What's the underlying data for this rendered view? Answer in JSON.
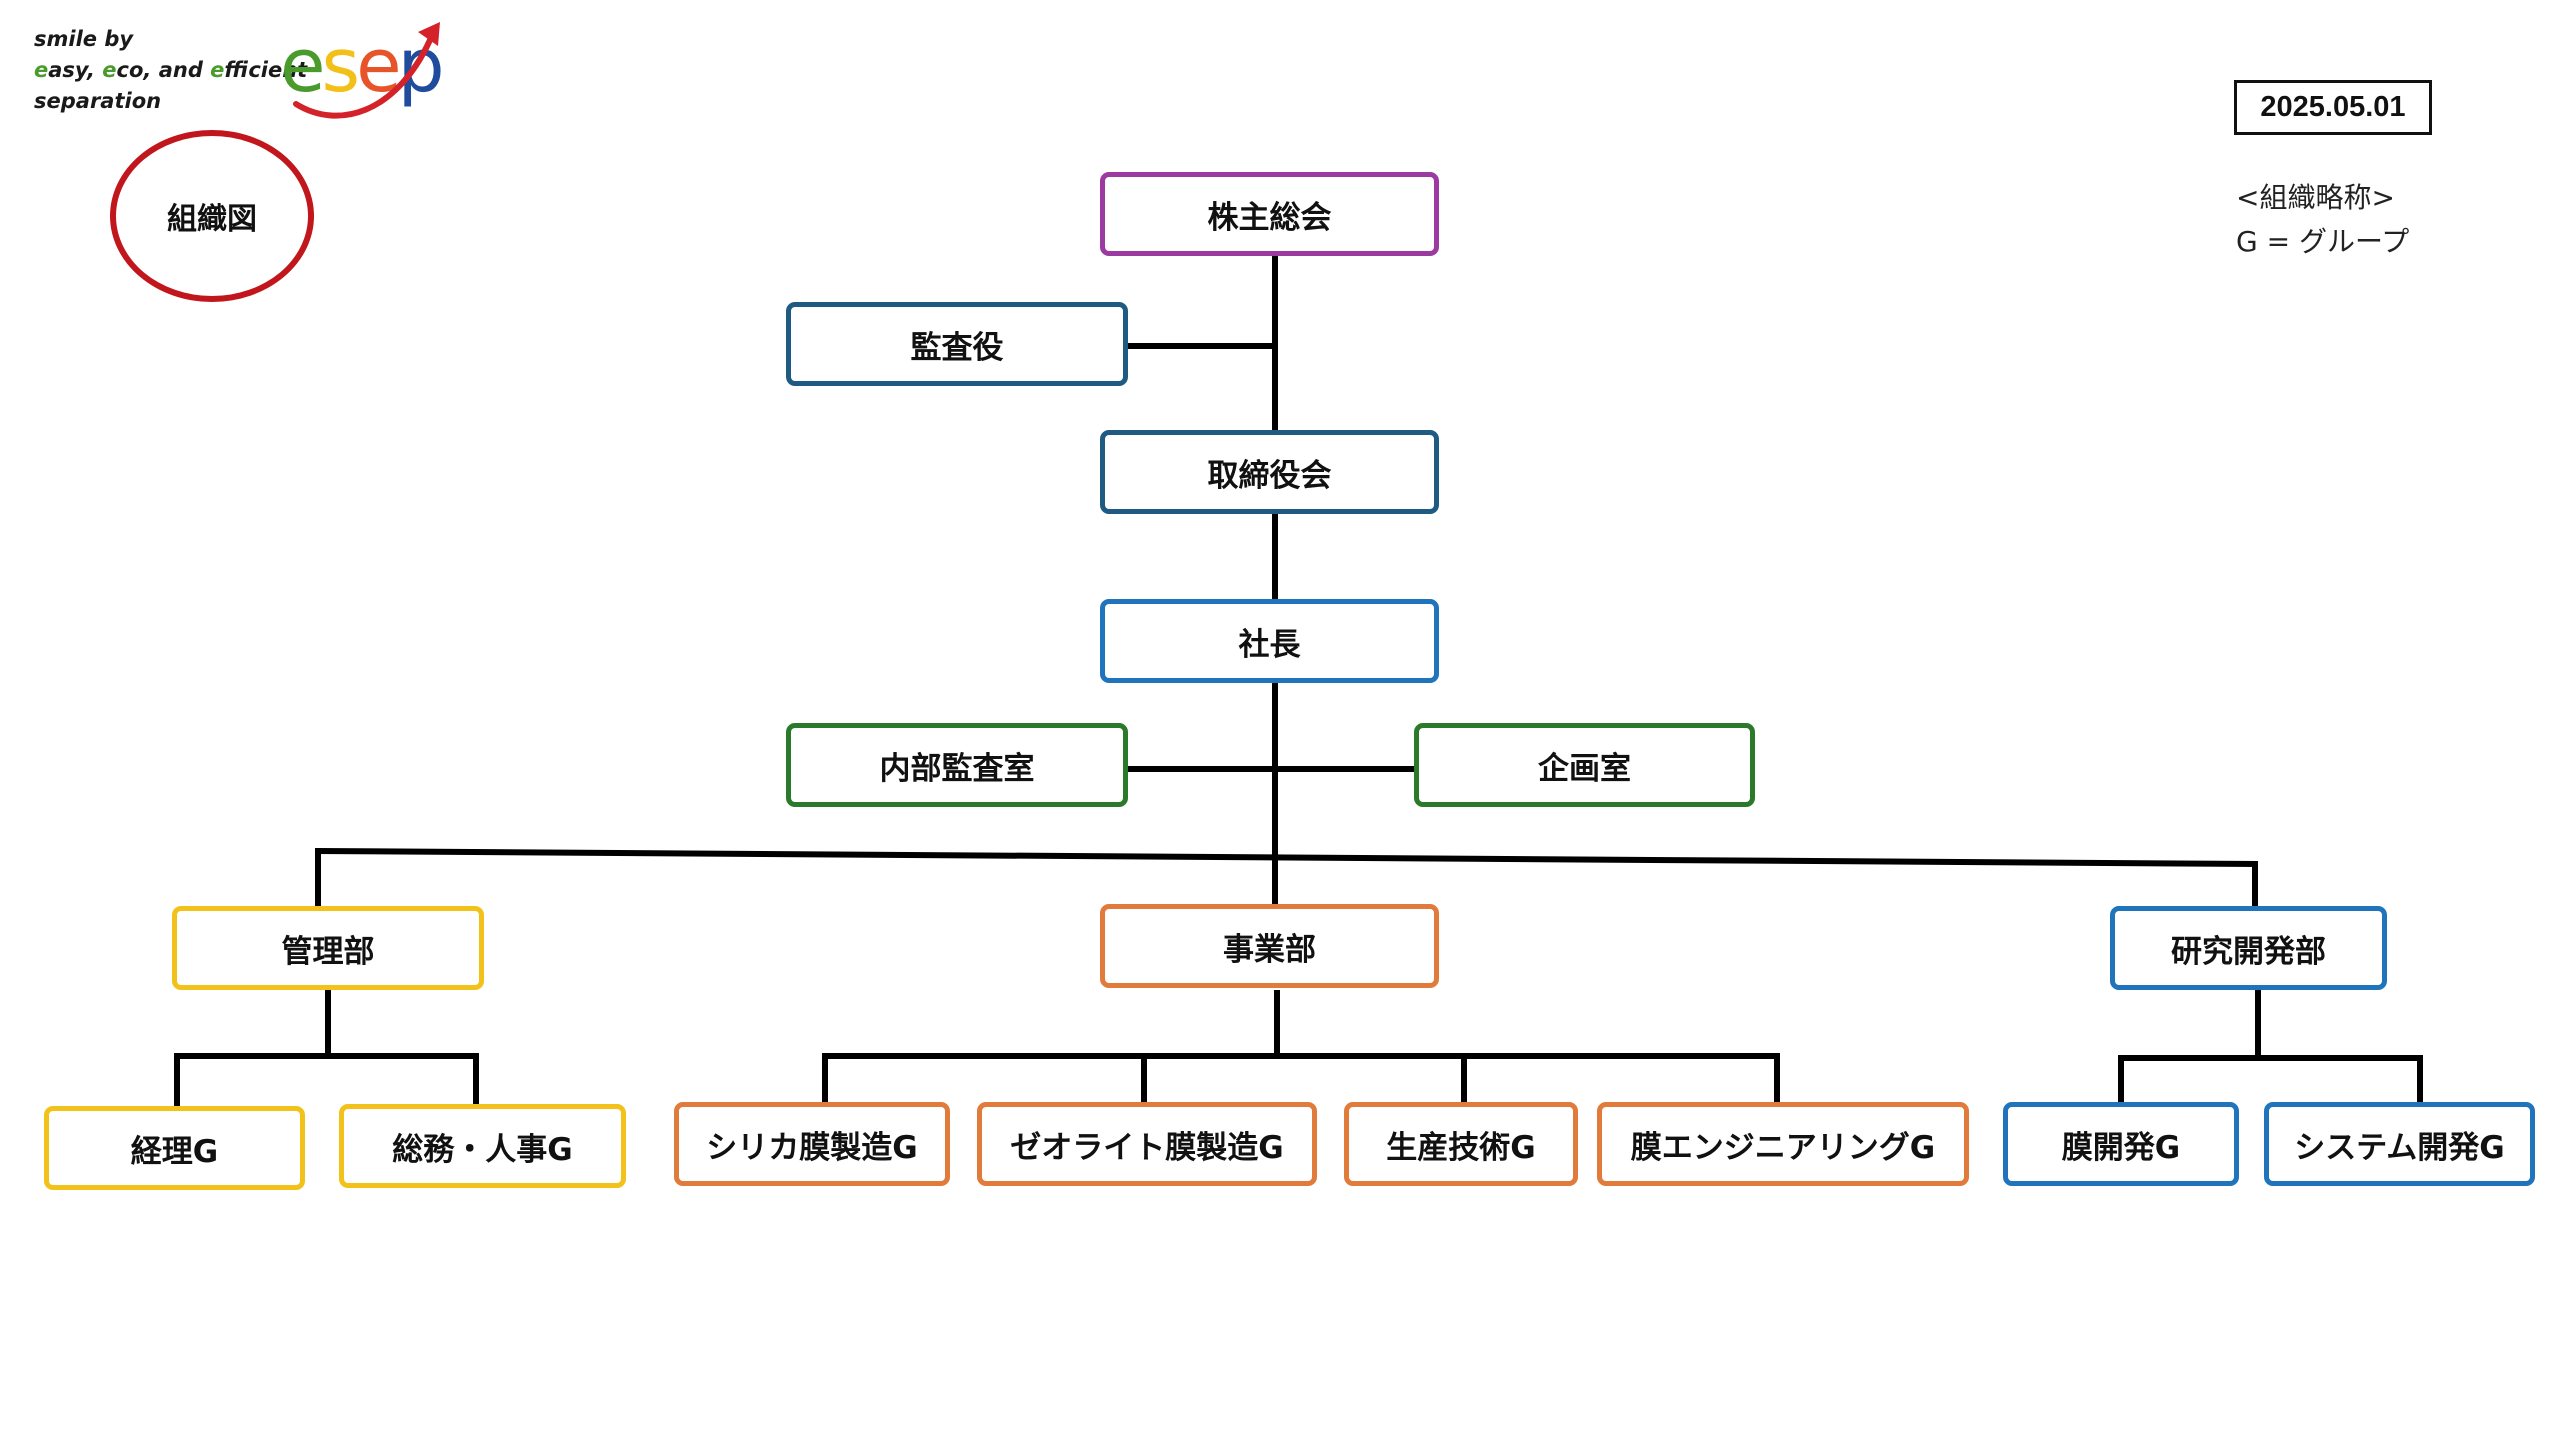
{
  "logo": {
    "tagline_line1": "smile by",
    "tagline_e1": "e",
    "tagline_w1": "asy, ",
    "tagline_e2": "e",
    "tagline_w2": "co, and ",
    "tagline_e3": "e",
    "tagline_w3": "fficient",
    "tagline_line3": "separation",
    "mark_e1": "e",
    "mark_s": "s",
    "mark_e2": "e",
    "mark_p": "p",
    "colors": {
      "e1": "#4a9a2e",
      "s": "#f2c018",
      "e2": "#e8542a",
      "p": "#1f4c9c",
      "swoosh": "#d4222a"
    }
  },
  "title": "組織図",
  "date": "2025.05.01",
  "legend": {
    "heading": "<組織略称>",
    "entry": "G = グループ"
  },
  "colors": {
    "purple": "#9b3aa0",
    "navy": "#1f5a82",
    "blue": "#1f74bb",
    "green": "#2a7a2a",
    "yellow": "#f2c21a",
    "orange": "#e07b3c",
    "title_ring": "#c0161c",
    "line": "#000000"
  },
  "nodes": {
    "shareholders": "株主総会",
    "auditor": "監査役",
    "board": "取締役会",
    "president": "社長",
    "internal_audit": "内部監査室",
    "planning": "企画室",
    "admin_dept": "管理部",
    "business_dept": "事業部",
    "rnd_dept": "研究開発部",
    "accounting": "経理G",
    "general_hr": "総務・人事G",
    "silica_mfg": "シリカ膜製造G",
    "zeolite_mfg": "ゼオライト膜製造G",
    "prod_tech": "生産技術G",
    "membrane_eng": "膜エンジニアリングG",
    "membrane_dev": "膜開発G",
    "system_dev": "システム開発G"
  }
}
